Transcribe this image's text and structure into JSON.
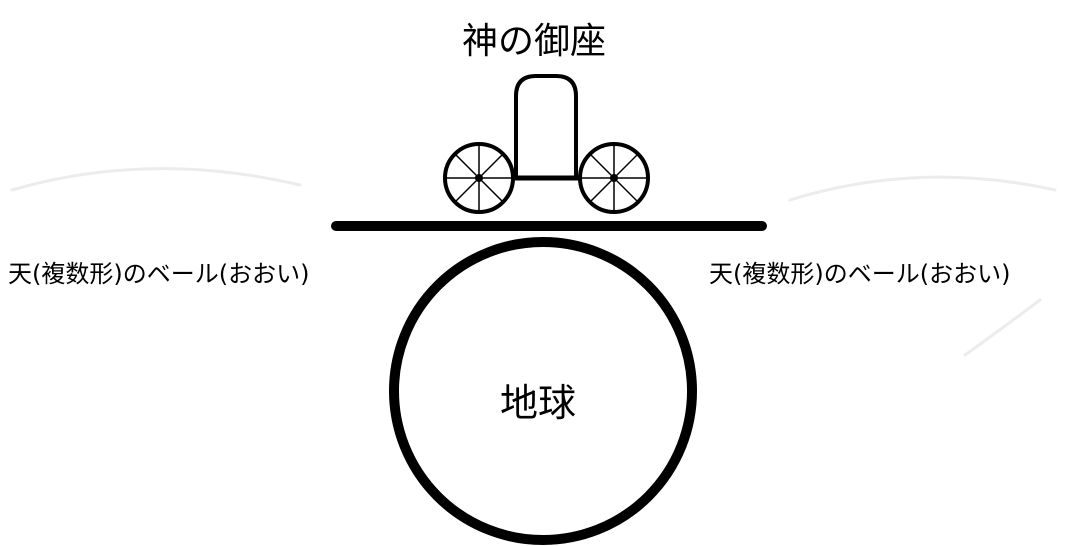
{
  "labels": {
    "throne": "神の御座",
    "veil_left": "天(複数形)のベール(おおい)",
    "veil_right": "天(複数形)のベール(おおい)",
    "earth": "地球"
  },
  "colors": {
    "ink": "#000000",
    "background": "#ffffff"
  }
}
